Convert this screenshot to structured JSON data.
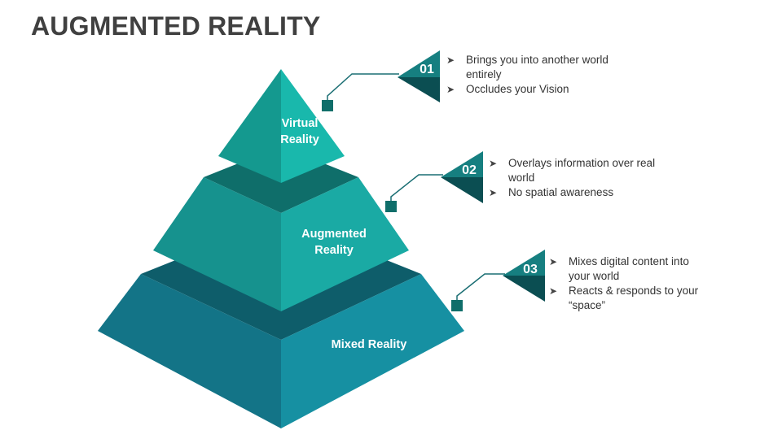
{
  "title": "AUGMENTED REALITY",
  "levels": [
    {
      "number": "01",
      "label_line1": "Virtual",
      "label_line2": "Reality",
      "bullets": [
        "Brings you into another world entirely",
        "Occludes your Vision"
      ]
    },
    {
      "number": "02",
      "label_line1": "Augmented",
      "label_line2": "Reality",
      "bullets": [
        "Overlays information over real world",
        "No spatial awareness"
      ]
    },
    {
      "number": "03",
      "label_line1": "Mixed Reality",
      "label_line2": "",
      "bullets": [
        "Mixes digital content into your world",
        "Reacts & responds to your “space”"
      ]
    }
  ],
  "colors": {
    "tier1_left": "#14998f",
    "tier1_right": "#19b8ac",
    "tier2_left": "#16928e",
    "tier2_right": "#1aaaa4",
    "tier2_top": "#0f6e6a",
    "tier3_left": "#137487",
    "tier3_right": "#1690a2",
    "tier3_top": "#0e5d6a",
    "connector": "#1a6e73",
    "marker_light": "#167f80",
    "marker_dark": "#0b4e52"
  }
}
